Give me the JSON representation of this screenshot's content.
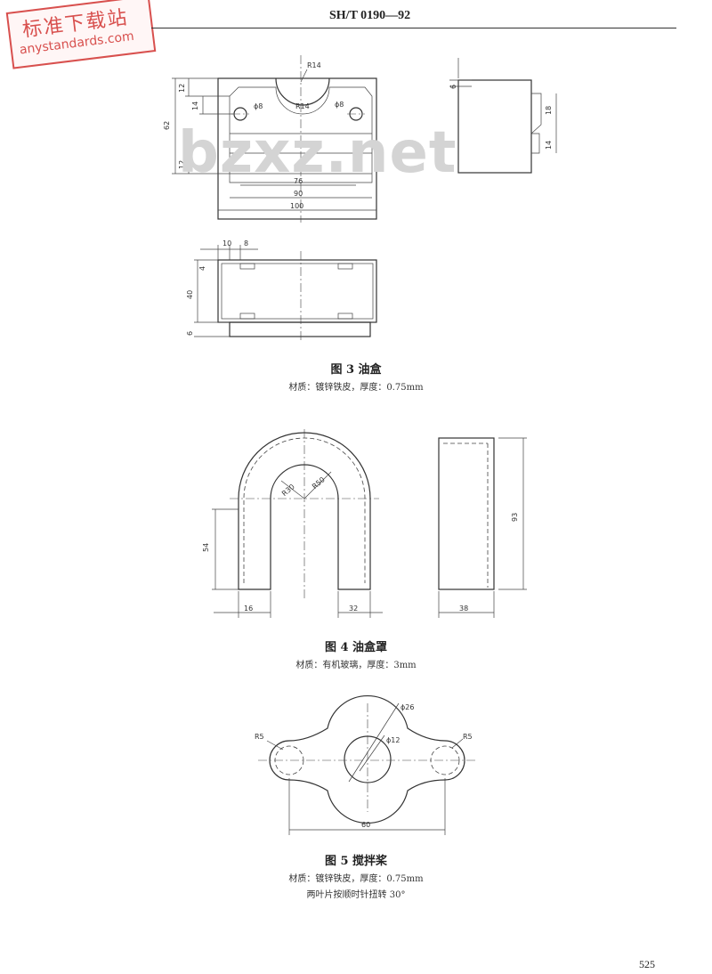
{
  "stamp": {
    "line1": "标准下载站",
    "line2": "anystandards.com"
  },
  "header": {
    "standard_no": "SH/T 0190—92"
  },
  "watermark": "bzxz.net",
  "figures": [
    {
      "caption": "图 3 油盒",
      "note": "材质：镀锌铁皮，厚度：0.75mm",
      "dims": {
        "d_top": "R14",
        "bolt_l": "ϕ8",
        "r_in": "R14",
        "bolt_r": "ϕ8",
        "h1": "12",
        "h2": "14",
        "h_total": "62",
        "h3": "12",
        "w1": "76",
        "w2": "90",
        "w3": "100",
        "side_t": "6",
        "side_a": "18",
        "side_b": "14",
        "plan_a": "10",
        "plan_b": "8",
        "plan_h": "40",
        "plan_small": "4",
        "plan_base": "6"
      }
    },
    {
      "caption": "图 4 油盒罩",
      "note": "材质：有机玻璃，厚度：3mm",
      "dims": {
        "r_small": "R30",
        "r_big": "R50",
        "left_h": "54",
        "width_left": "16",
        "width_right": "32",
        "height": "93",
        "depth": "38"
      }
    },
    {
      "caption": "图 5 搅拌桨",
      "note": "材质：镀锌铁皮，厚度：0.75mm",
      "note2": "两叶片按顺时针扭转 30°",
      "dims": {
        "r_left": "R5",
        "outer": "ϕ26",
        "inner": "ϕ12",
        "r_right": "R5",
        "width": "60"
      }
    }
  ],
  "page_number": "525"
}
